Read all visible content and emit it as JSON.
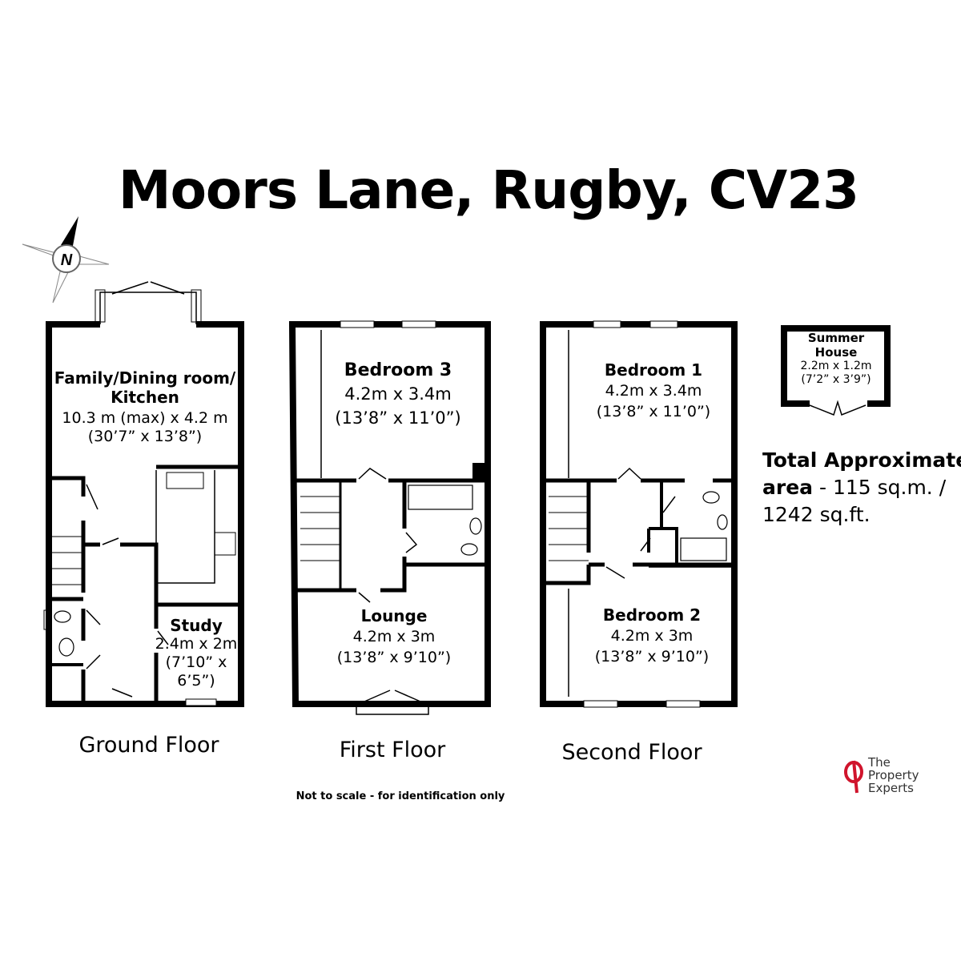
{
  "title": "Moors Lane, Rugby, CV23",
  "compass_label": "N",
  "rooms": {
    "family": {
      "name_line1": "Family/Dining room/",
      "name_line2": "Kitchen",
      "metric": "10.3 m (max) x 4.2 m",
      "imperial": "(30’7” x 13’8”)"
    },
    "study": {
      "name": "Study",
      "metric": "2.4m x 2m",
      "imperial_line1": "(7’10” x",
      "imperial_line2": "6’5”)"
    },
    "bedroom3": {
      "name": "Bedroom 3",
      "metric": "4.2m x 3.4m",
      "imperial": "(13’8” x 11’0”)"
    },
    "lounge": {
      "name": "Lounge",
      "metric": "4.2m x 3m",
      "imperial": "(13’8” x 9’10”)"
    },
    "bedroom1": {
      "name": "Bedroom 1",
      "metric": "4.2m x 3.4m",
      "imperial": "(13’8” x 11’0”)"
    },
    "bedroom2": {
      "name": "Bedroom 2",
      "metric": "4.2m x 3m",
      "imperial": "(13’8” x 9’10”)"
    },
    "summer_house": {
      "name_line1": "Summer",
      "name_line2": "House",
      "metric": "2.2m x 1.2m",
      "imperial": "(7’2” x 3’9”)"
    }
  },
  "floors": {
    "ground": "Ground Floor",
    "first": "First Floor",
    "second": "Second Floor"
  },
  "total_area": {
    "label": "Total Approximate",
    "label2": "area",
    "value1": " - 115 sq.m. /",
    "value2": "1242 sq.ft."
  },
  "disclaimer": "Not to scale - for identification only",
  "logo": {
    "line1": "The",
    "line2": "Property",
    "line3": "Experts",
    "color": "#d0142c"
  }
}
